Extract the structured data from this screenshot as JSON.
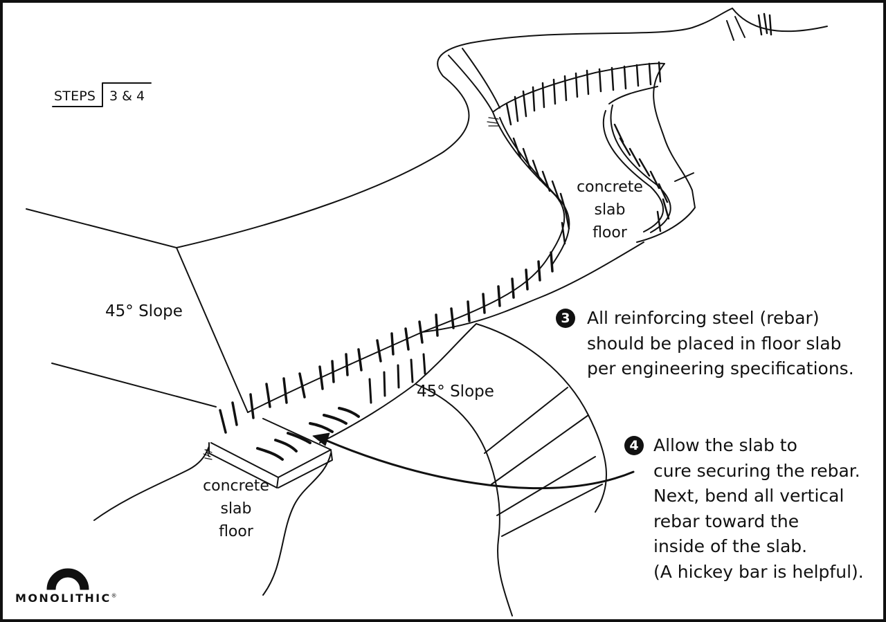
{
  "header": {
    "steps_word": "STEPS",
    "steps_numbers": "3 & 4"
  },
  "labels": {
    "slope_left": "45° Slope",
    "slope_right": "45° Slope",
    "slab_upper": [
      "concrete",
      "slab",
      "floor"
    ],
    "slab_lower": [
      "concrete",
      "slab",
      "floor"
    ]
  },
  "steps": [
    {
      "number": "3",
      "lines": [
        "All reinforcing steel (rebar)",
        "should be placed in floor slab",
        "per engineering specifications."
      ]
    },
    {
      "number": "4",
      "lines": [
        "Allow the slab to",
        "cure securing the rebar.",
        "Next, bend all vertical",
        "rebar toward the",
        "inside of the slab.",
        "(A hickey bar is helpful)."
      ]
    }
  ],
  "brand": {
    "name": "MONOLITHIC",
    "mark": "®"
  },
  "colors": {
    "ink": "#111111",
    "background": "#ffffff"
  }
}
